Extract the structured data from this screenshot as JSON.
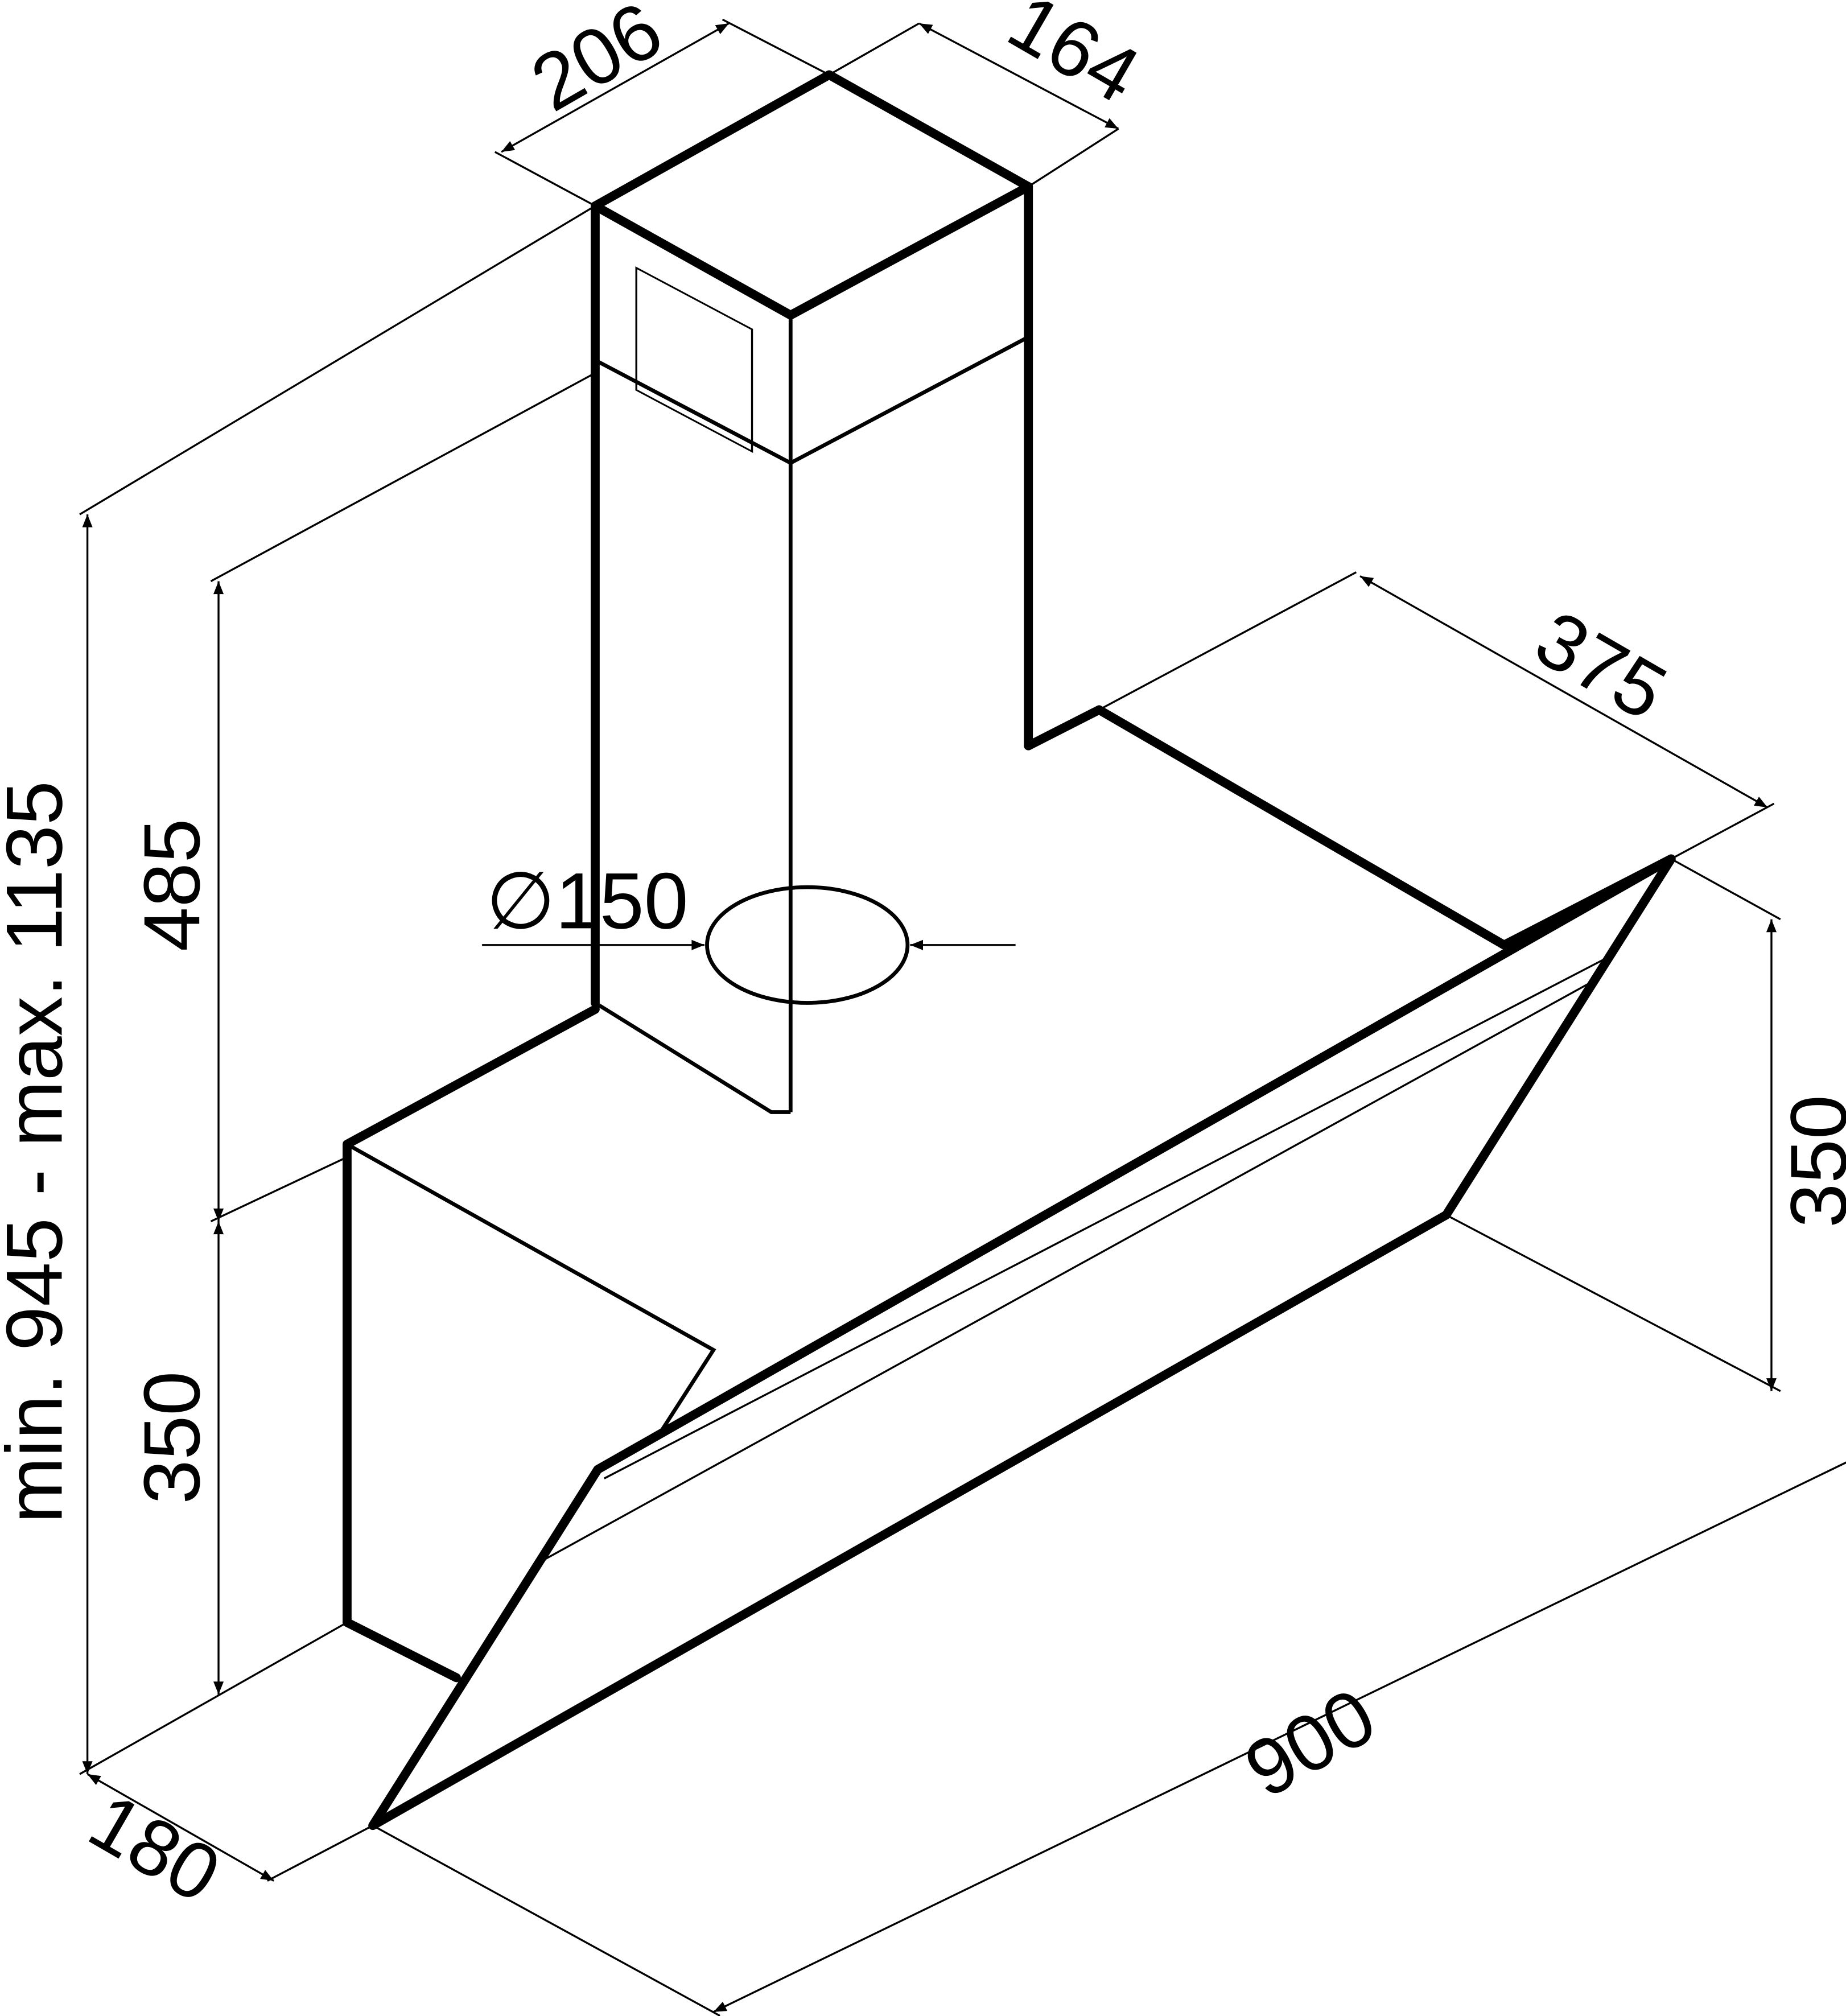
{
  "drawing": {
    "chimney_width": "206",
    "chimney_depth": "164",
    "hood_depth_top": "375",
    "chimney_height": "485",
    "hood_height_left": "350",
    "hood_height_right": "350",
    "hood_width": "900",
    "hood_depth_bottom": "180",
    "duct_diameter": "∅150",
    "total_height": "min. 945 - max. 1135"
  },
  "colors": {
    "line": "#000000",
    "background": "#ffffff"
  }
}
